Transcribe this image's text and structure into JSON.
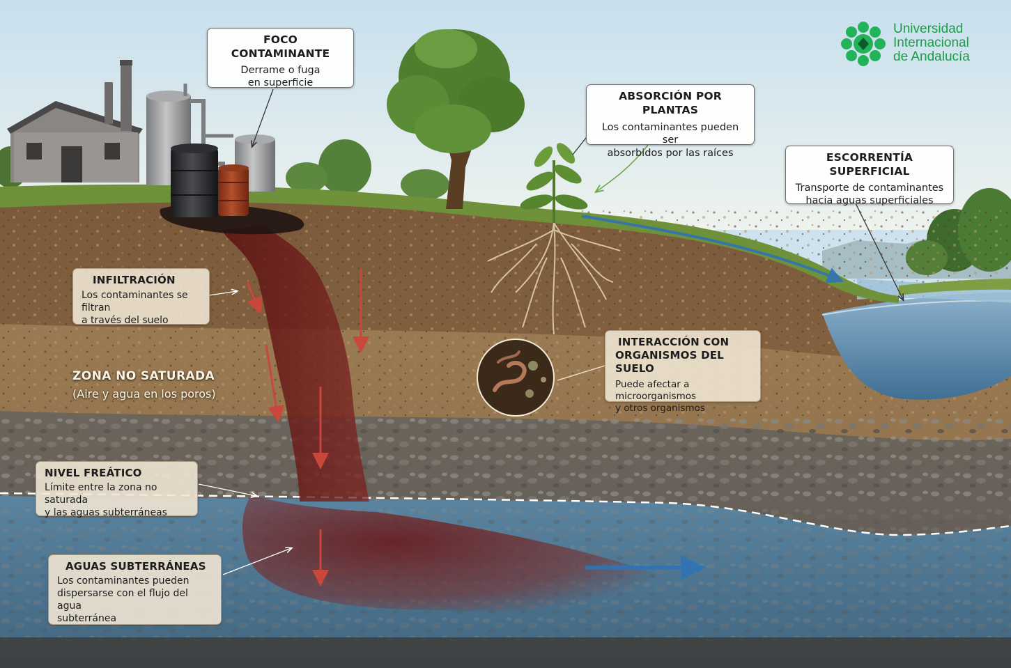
{
  "logo": {
    "lines": [
      "Universidad",
      "Internacional",
      "de Andalucía"
    ],
    "color": "#1c9b48"
  },
  "callouts": {
    "foco": {
      "title": "FOCO CONTAMINANTE",
      "lines": [
        "Derrame o fuga",
        "en superficie"
      ]
    },
    "absorcion": {
      "title": "ABSORCIÓN POR PLANTAS",
      "lines": [
        "Los contaminantes pueden ser",
        "absorbidos por las raíces"
      ]
    },
    "escorrentia": {
      "title": "ESCORRENTÍA SUPERFICIAL",
      "lines": [
        "Transporte de contaminantes",
        "hacia aguas superficiales"
      ]
    },
    "infiltracion": {
      "title": "INFILTRACIÓN",
      "lines": [
        "Los contaminantes se filtran",
        "a través del suelo"
      ]
    },
    "interaccion": {
      "title_lines": [
        "INTERACCIÓN CON",
        "ORGANISMOS DEL SUELO"
      ],
      "lines": [
        "Puede afectar a microorganismos",
        "y otros organismos"
      ]
    },
    "nivel": {
      "title": "NIVEL FREÁTICO",
      "lines": [
        "Límite entre la zona no saturada",
        "y las aguas subterráneas"
      ]
    },
    "aguas": {
      "title": "AGUAS SUBTERRÁNEAS",
      "lines": [
        "Los contaminantes pueden",
        "dispersarse con el flujo del agua",
        "subterránea"
      ]
    }
  },
  "zone_label": {
    "title": "ZONA NO SATURADA",
    "subtitle": "(Aire y agua en los poros)"
  },
  "colors": {
    "sky": "#d6e8f1",
    "grass": "#6d8f3a",
    "topsoil": "#8b6a47",
    "subsoil": "#9a7d56",
    "gravel": "#6f6a62",
    "groundwater": "#4f7893",
    "plume": "#6b1a18",
    "arrow_red": "#c9473b",
    "arrow_blue": "#2f74b5",
    "river": "#6f9bbd"
  }
}
